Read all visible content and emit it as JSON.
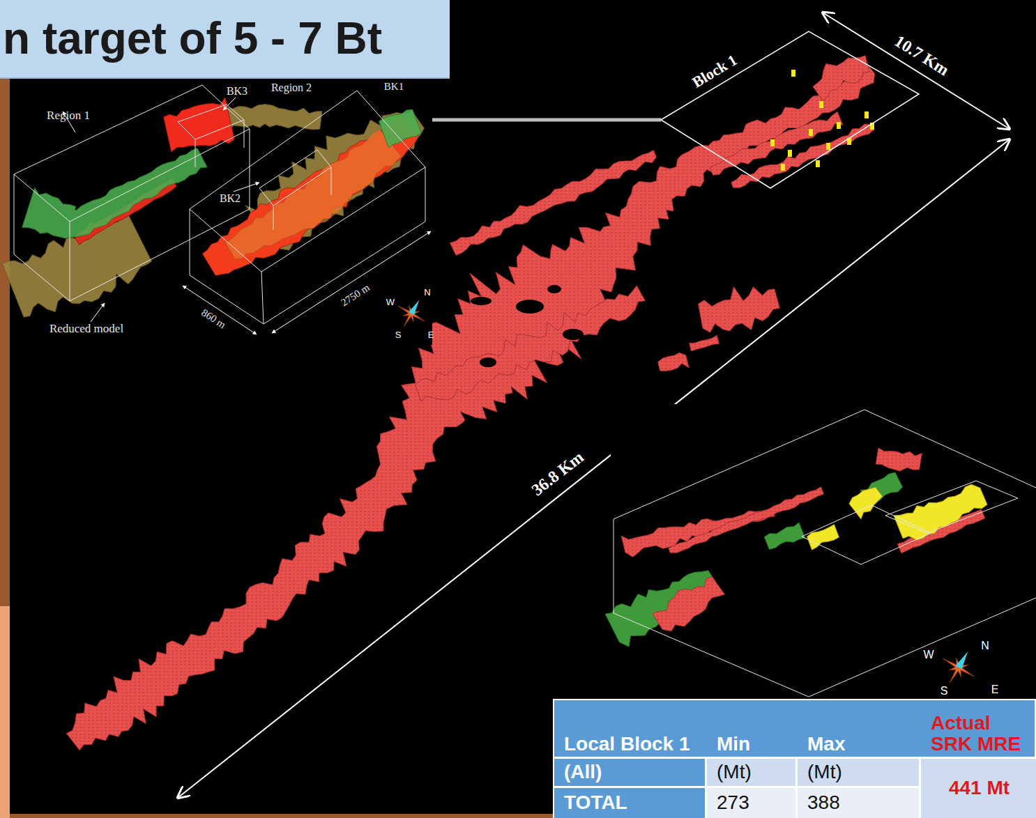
{
  "diagram": {
    "title": "n target of 5 - 7 Bt",
    "nodes": [
      {
        "text": [
          "Block 1"
        ]
      }
    ],
    "labels": [
      "Region 1",
      "BK3",
      "Region 2",
      "BK1",
      "BK2",
      "2750 m",
      "860 m",
      "Reduced model",
      "W",
      "N",
      "S",
      "E",
      "10.7 Km",
      "36.8 Km",
      "W",
      "N",
      "S",
      "E",
      "Local Block 1",
      "Min",
      "Max",
      "Actual SRK MRE",
      "(All)",
      "(Mt)",
      "(Mt)",
      "TOTAL",
      "273",
      "388",
      "441 Mt"
    ]
  }
}
